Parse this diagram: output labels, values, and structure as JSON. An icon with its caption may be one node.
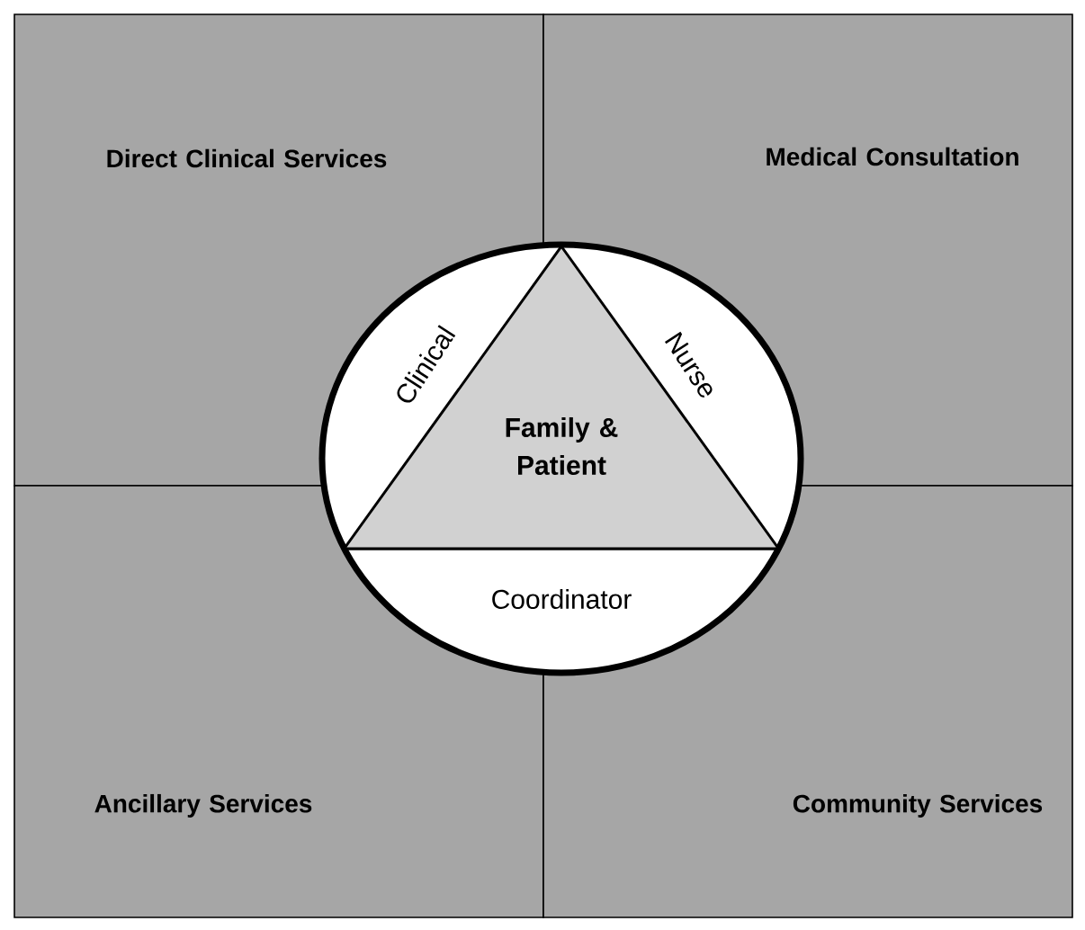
{
  "diagram": {
    "nodes": [
      {
        "text": [
          "Direct Clinical Services"
        ]
      },
      {
        "text": [
          "Medical Consultation"
        ]
      },
      {
        "text": [
          "Ancillary Services"
        ]
      },
      {
        "text": [
          "Community Services"
        ]
      },
      {
        "text": [
          "Clinical",
          "Nurse",
          "Coordinator"
        ]
      },
      {
        "text": [
          "Family & Patient"
        ],
        "in": 4
      }
    ]
  }
}
